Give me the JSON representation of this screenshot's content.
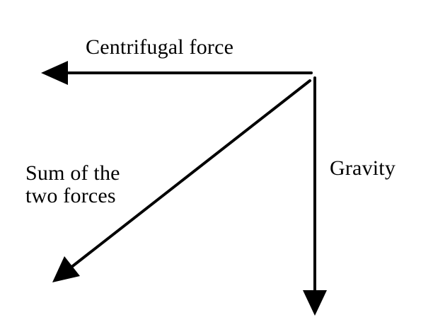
{
  "labels": {
    "centrifugal": "Centrifugal force",
    "gravity": "Gravity",
    "sum_line1": "Sum of the",
    "sum_line2": "two forces"
  },
  "colors": {
    "background": "#ffffff",
    "ink": "#000000"
  }
}
